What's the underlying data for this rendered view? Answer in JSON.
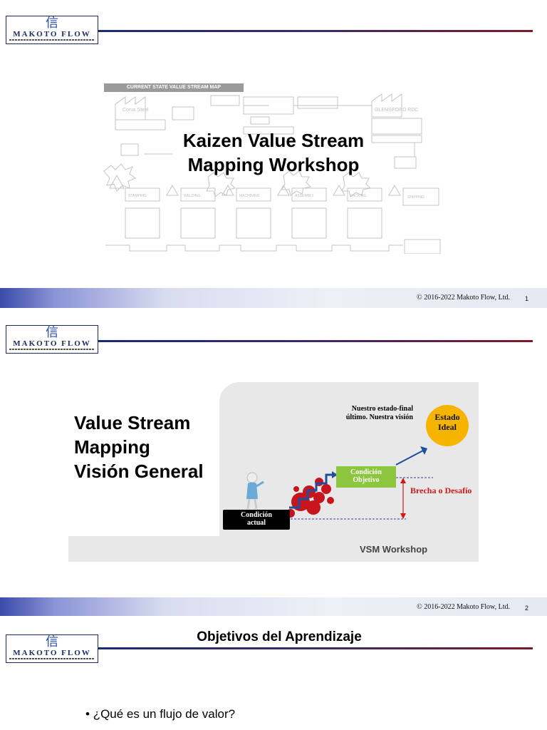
{
  "header": {
    "logo_kanji": "信",
    "logo_text": "MAKOTO FLOW"
  },
  "footer": {
    "copyright": "© 2016-2022 Makoto Flow, Ltd."
  },
  "slides": [
    {
      "page_number": "1",
      "title_line1": "Kaizen Value Stream",
      "title_line2": "Mapping Workshop",
      "background": {
        "vsm_title": "CURRENT STATE VALUE STREAM MAP",
        "supplier": "Corus Steel",
        "customer": "GLEMSFORD RDC",
        "process_boxes": [
          "STAMPING",
          "WELDING",
          "MACHINING",
          "ASSEMBLY",
          "PACKING",
          "SHIPPING"
        ]
      }
    },
    {
      "page_number": "2",
      "title_line1": "Value Stream",
      "title_line2": "Mapping",
      "title_line3": "Visión General",
      "goal_text": "Nuestro estado-final último. Nuestra visión",
      "ideal_line1": "Estado",
      "ideal_line2": "Ideal",
      "target_line1": "Condición",
      "target_line2": "Objetivo",
      "gap_label": "Brecha o Desafío",
      "current_line1": "Condición",
      "current_line2": "actual",
      "workshop_label": "VSM Workshop"
    },
    {
      "title": "Objetivos del Aprendizaje",
      "bullets": [
        "¿Qué es un flujo de valor?"
      ]
    }
  ],
  "colors": {
    "header_line_start": "#1c2a6e",
    "header_line_end": "#7a1a2a",
    "ideal_state": "#f5b400",
    "target_condition": "#8cc63f",
    "gap_text": "#d01818",
    "stair_arrow": "#1e4f9a"
  }
}
